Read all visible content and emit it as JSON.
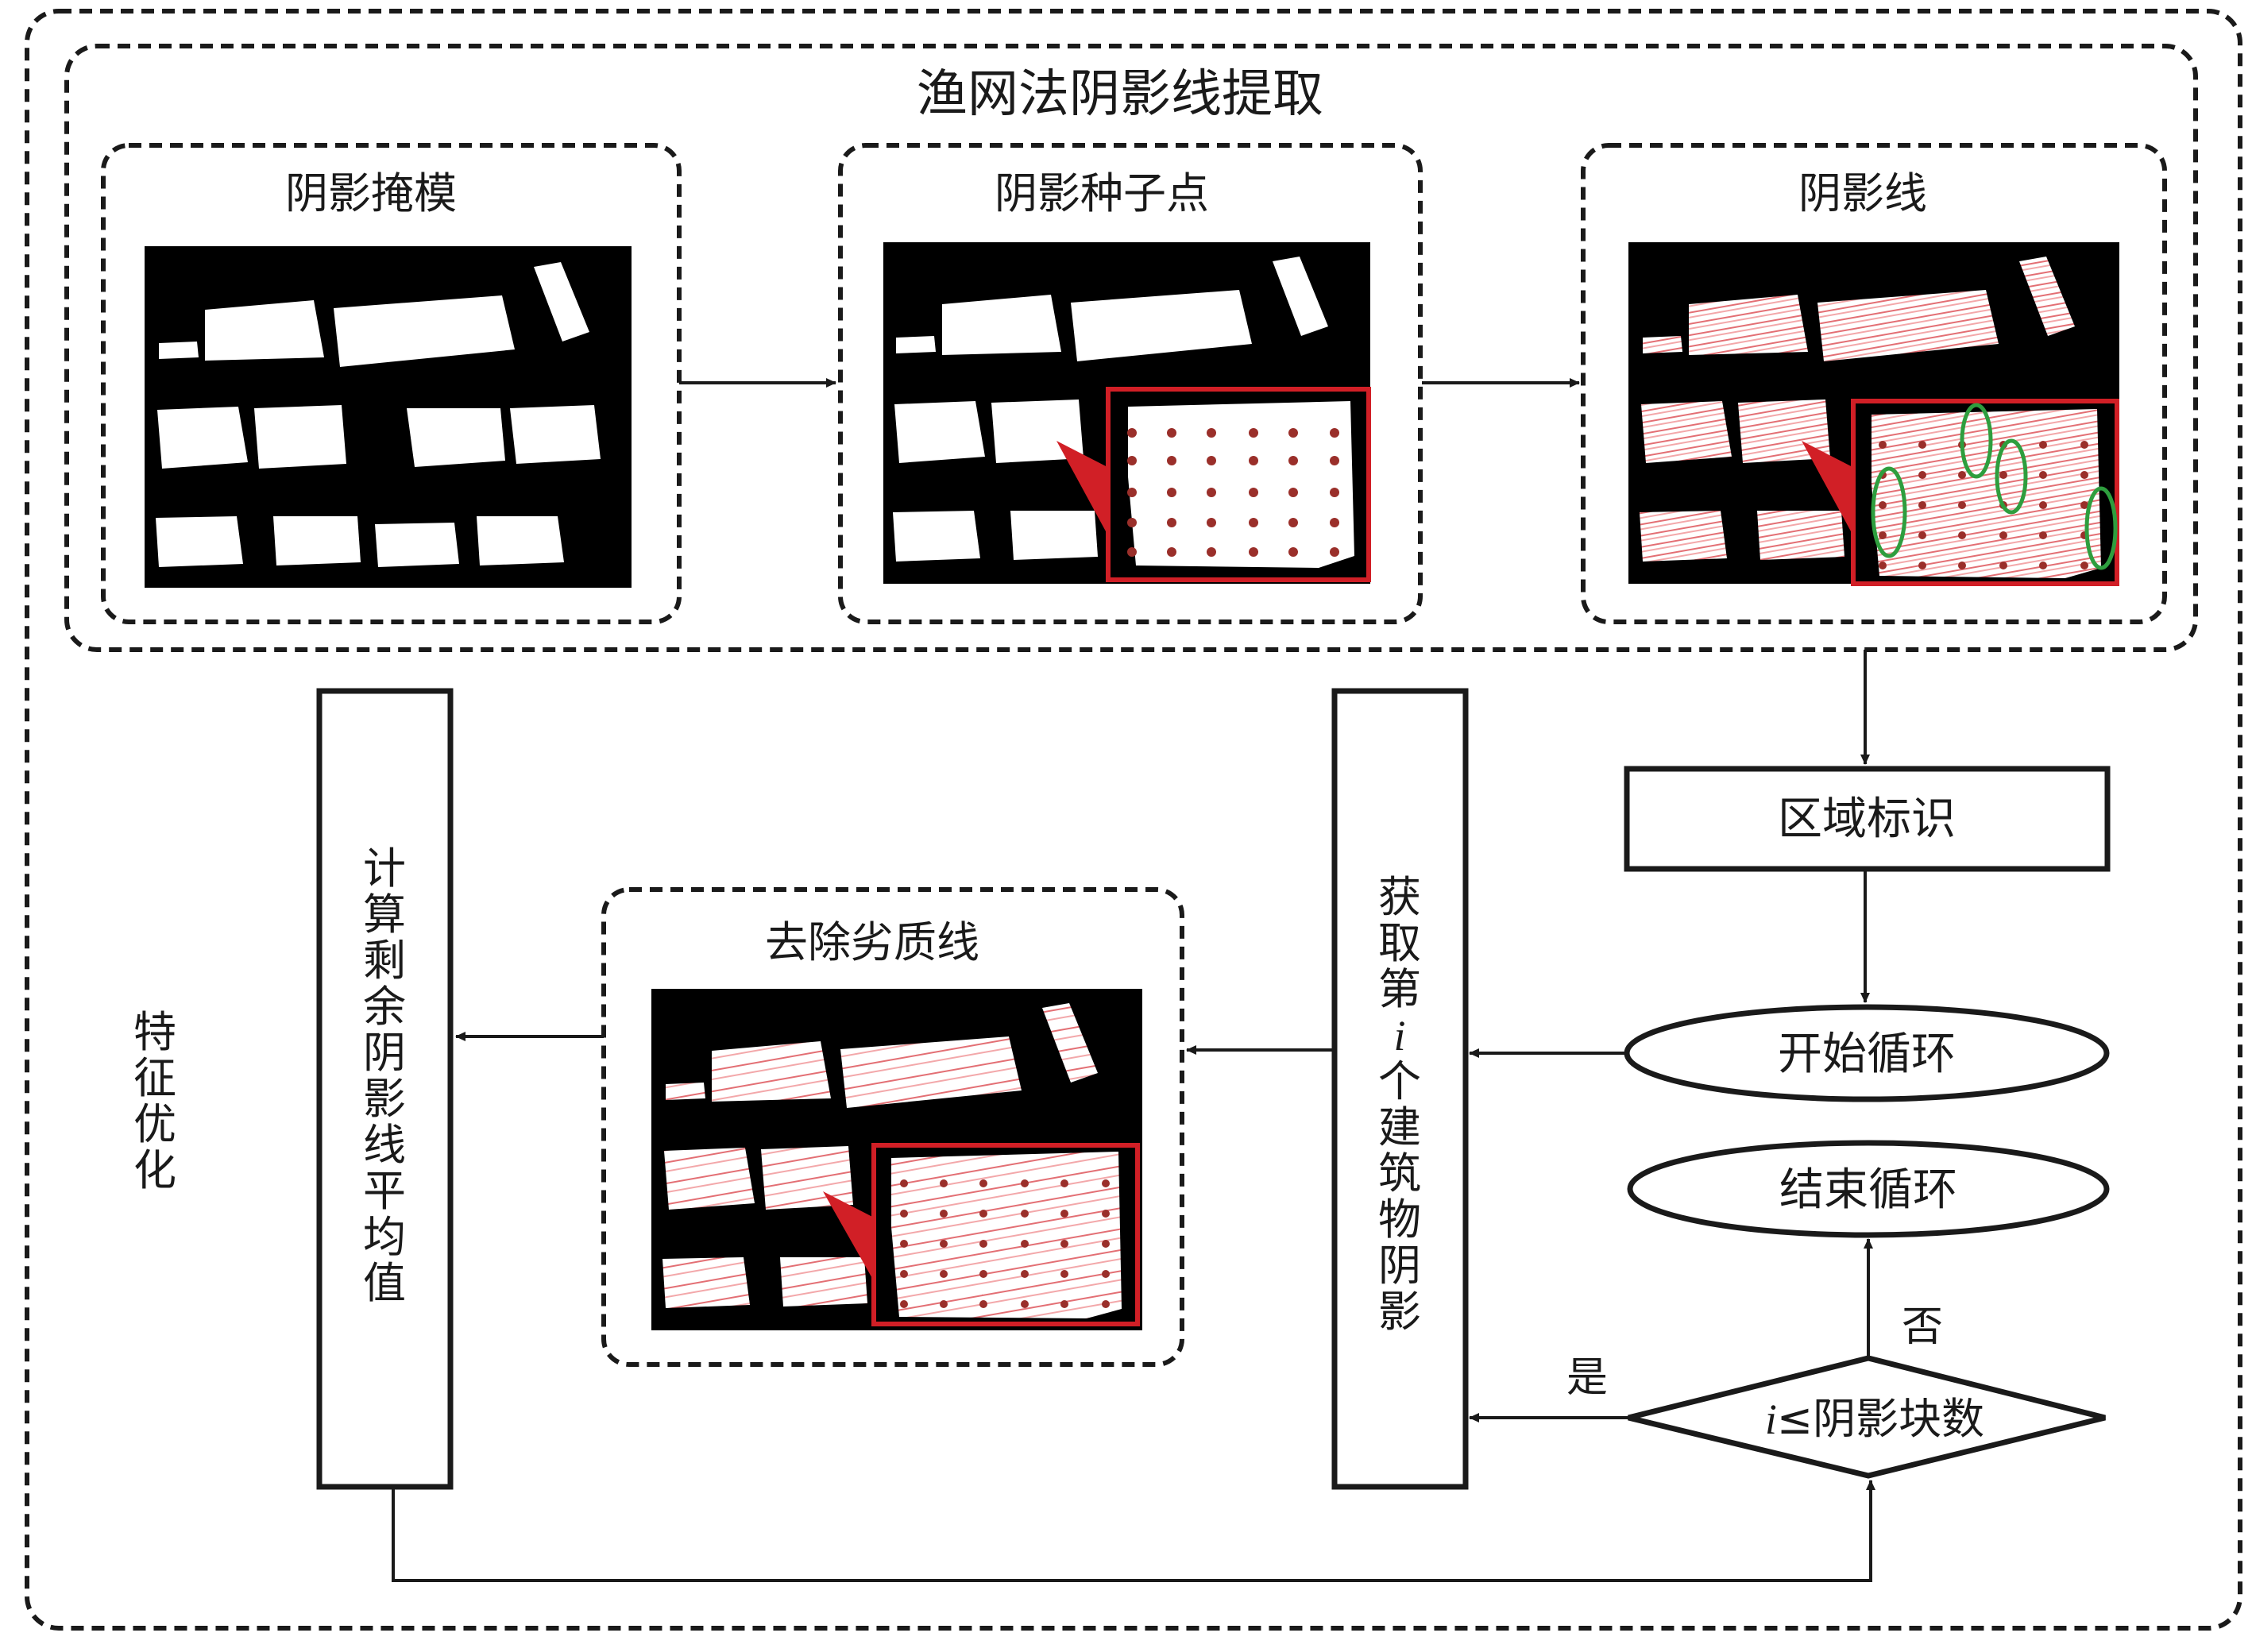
{
  "title": "渔网法阴影线提取",
  "panels": {
    "mask": {
      "title": "阴影掩模"
    },
    "seed": {
      "title": "阴影种子点"
    },
    "line": {
      "title": "阴影线"
    },
    "filtered": {
      "title": "去除劣质线"
    }
  },
  "boxes": {
    "region_label": "区域标识",
    "loop_start": "开始循环",
    "loop_end": "结束循环",
    "condition_var": "i",
    "condition_rest": "≤阴影块数",
    "get_shadow": [
      "获",
      "取",
      "第",
      "i",
      "个",
      "建",
      "筑",
      "物",
      "阴",
      "影"
    ],
    "compute_avg": [
      "计",
      "算",
      "剩",
      "余",
      "阴",
      "影",
      "线",
      "平",
      "均",
      "值"
    ]
  },
  "edge_labels": {
    "yes": "是",
    "no": "否"
  },
  "side_label": [
    "特",
    "征",
    "优",
    "化"
  ],
  "colors": {
    "stroke": "#1a1a1a",
    "shadow_red": "#d11f26",
    "seed_dot": "#9a2f2a",
    "line_pink": "#f2b8b8",
    "green": "#2e9e3e",
    "image_bg": "#000000"
  }
}
